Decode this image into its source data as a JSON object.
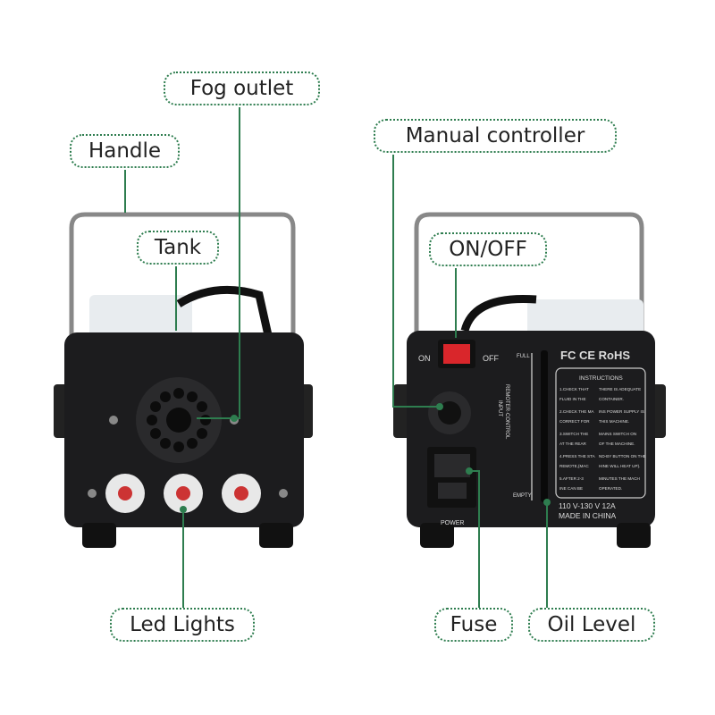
{
  "callouts": {
    "fog_outlet": "Fog outlet",
    "handle": "Handle",
    "tank": "Tank",
    "led_lights": "Led Lights",
    "manual_controller": "Manual controller",
    "on_off": "ON/OFF",
    "fuse": "Fuse",
    "oil_level": "Oil Level"
  },
  "rear_panel": {
    "switch_on": "ON",
    "switch_off": "OFF",
    "certifications": "FC CE RoHS",
    "instructions_title": "INSTRUCTIONS",
    "instructions": [
      [
        "1.CHECK THAT",
        "THERE IS ADEQUATE"
      ],
      [
        "FLUID IN THE",
        "CONTAINER."
      ],
      [
        "2.CHECK THE MA",
        "INS POWER SUPPLY IS"
      ],
      [
        "CORRECT FOR",
        "THIS MACHINE."
      ],
      [
        "3.SWITCH THE",
        "MAINS SWITCH ON"
      ],
      [
        "AT THE REAR",
        "OF THE MACHINE."
      ],
      [
        "4.PRESS THE STA",
        "ND-BY BUTTON ON THE"
      ],
      [
        "REMOTE,(MAC",
        "HINE WILL HEAT UP)."
      ],
      [
        "5.AFTER 2-3",
        "MINUTES THE MACH"
      ],
      [
        "INE CAN BE",
        "OPERATED."
      ]
    ],
    "voltage": "110 V-130 V 12A",
    "origin": "MADE IN CHINA",
    "remote_label_1": "REMOTER·CONTROL",
    "remote_label_2": "INPUT",
    "gauge_full": "FULL",
    "gauge_empty": "EMPTY",
    "power_label": "POWER"
  },
  "colors": {
    "callout_line": "#2e7d4f",
    "machine_body": "#1c1c1e",
    "switch": "#d9262b"
  }
}
